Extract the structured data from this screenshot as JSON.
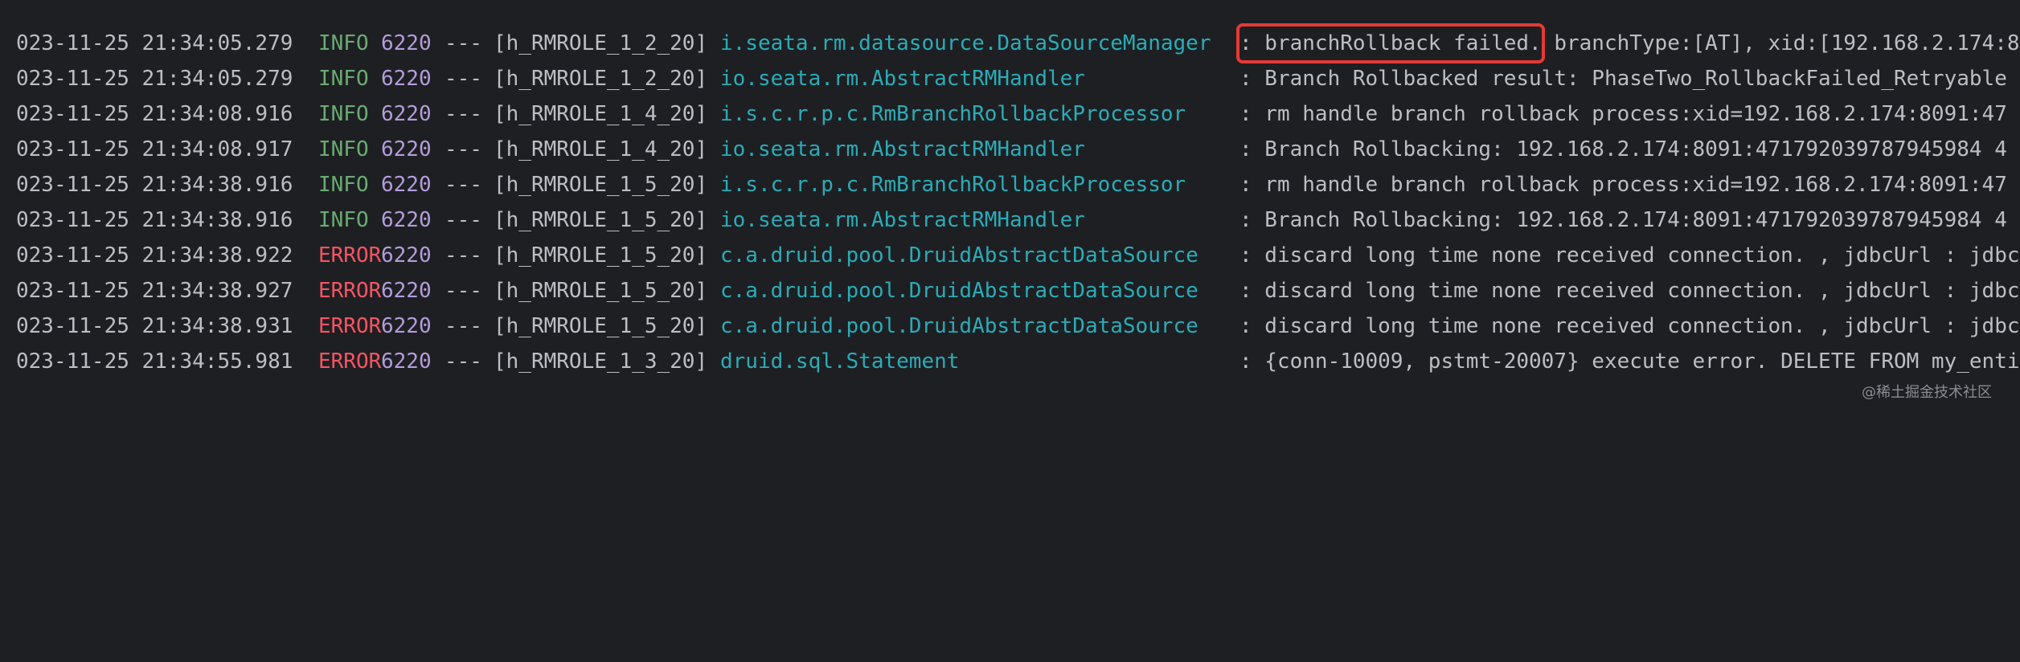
{
  "console": {
    "lines": [
      {
        "timestamp": "023-11-25 21:34:05.279",
        "level": "INFO",
        "pid": "6220",
        "separator": "---",
        "thread": "[h_RMROLE_1_2_20]",
        "logger": "i.seata.rm.datasource.DataSourceManager",
        "message": ": branchRollback failed. branchType:[AT], xid:[192.168.2.174:8"
      },
      {
        "timestamp": "023-11-25 21:34:05.279",
        "level": "INFO",
        "pid": "6220",
        "separator": "---",
        "thread": "[h_RMROLE_1_2_20]",
        "logger": "io.seata.rm.AbstractRMHandler",
        "message": ": Branch Rollbacked result: PhaseTwo_RollbackFailed_Retryable"
      },
      {
        "timestamp": "023-11-25 21:34:08.916",
        "level": "INFO",
        "pid": "6220",
        "separator": "---",
        "thread": "[h_RMROLE_1_4_20]",
        "logger": "i.s.c.r.p.c.RmBranchRollbackProcessor",
        "message": ": rm handle branch rollback process:xid=192.168.2.174:8091:47"
      },
      {
        "timestamp": "023-11-25 21:34:08.917",
        "level": "INFO",
        "pid": "6220",
        "separator": "---",
        "thread": "[h_RMROLE_1_4_20]",
        "logger": "io.seata.rm.AbstractRMHandler",
        "message": ": Branch Rollbacking: 192.168.2.174:8091:471792039787945984 4"
      },
      {
        "timestamp": "023-11-25 21:34:38.916",
        "level": "INFO",
        "pid": "6220",
        "separator": "---",
        "thread": "[h_RMROLE_1_5_20]",
        "logger": "i.s.c.r.p.c.RmBranchRollbackProcessor",
        "message": ": rm handle branch rollback process:xid=192.168.2.174:8091:47"
      },
      {
        "timestamp": "023-11-25 21:34:38.916",
        "level": "INFO",
        "pid": "6220",
        "separator": "---",
        "thread": "[h_RMROLE_1_5_20]",
        "logger": "io.seata.rm.AbstractRMHandler",
        "message": ": Branch Rollbacking: 192.168.2.174:8091:471792039787945984 4"
      },
      {
        "timestamp": "023-11-25 21:34:38.922",
        "level": "ERROR",
        "pid": "6220",
        "separator": "---",
        "thread": "[h_RMROLE_1_5_20]",
        "logger": "c.a.druid.pool.DruidAbstractDataSource",
        "message": ": discard long time none received connection. , jdbcUrl : jdbc"
      },
      {
        "timestamp": "023-11-25 21:34:38.927",
        "level": "ERROR",
        "pid": "6220",
        "separator": "---",
        "thread": "[h_RMROLE_1_5_20]",
        "logger": "c.a.druid.pool.DruidAbstractDataSource",
        "message": ": discard long time none received connection. , jdbcUrl : jdbc"
      },
      {
        "timestamp": "023-11-25 21:34:38.931",
        "level": "ERROR",
        "pid": "6220",
        "separator": "---",
        "thread": "[h_RMROLE_1_5_20]",
        "logger": "c.a.druid.pool.DruidAbstractDataSource",
        "message": ": discard long time none received connection. , jdbcUrl : jdbc"
      },
      {
        "timestamp": "023-11-25 21:34:55.981",
        "level": "ERROR",
        "pid": "6220",
        "separator": "---",
        "thread": "[h_RMROLE_1_3_20]",
        "logger": "druid.sql.Statement",
        "message": ": {conn-10009, pstmt-20007} execute error. DELETE FROM my_enti"
      }
    ]
  },
  "watermark": "@稀土掘金技术社区",
  "colors": {
    "background": "#1e1f22",
    "text": "#bcbec4",
    "info": "#6aab73",
    "error": "#f75464",
    "pid": "#b39ddb",
    "logger": "#2aacb8",
    "highlight": "#e53935"
  }
}
